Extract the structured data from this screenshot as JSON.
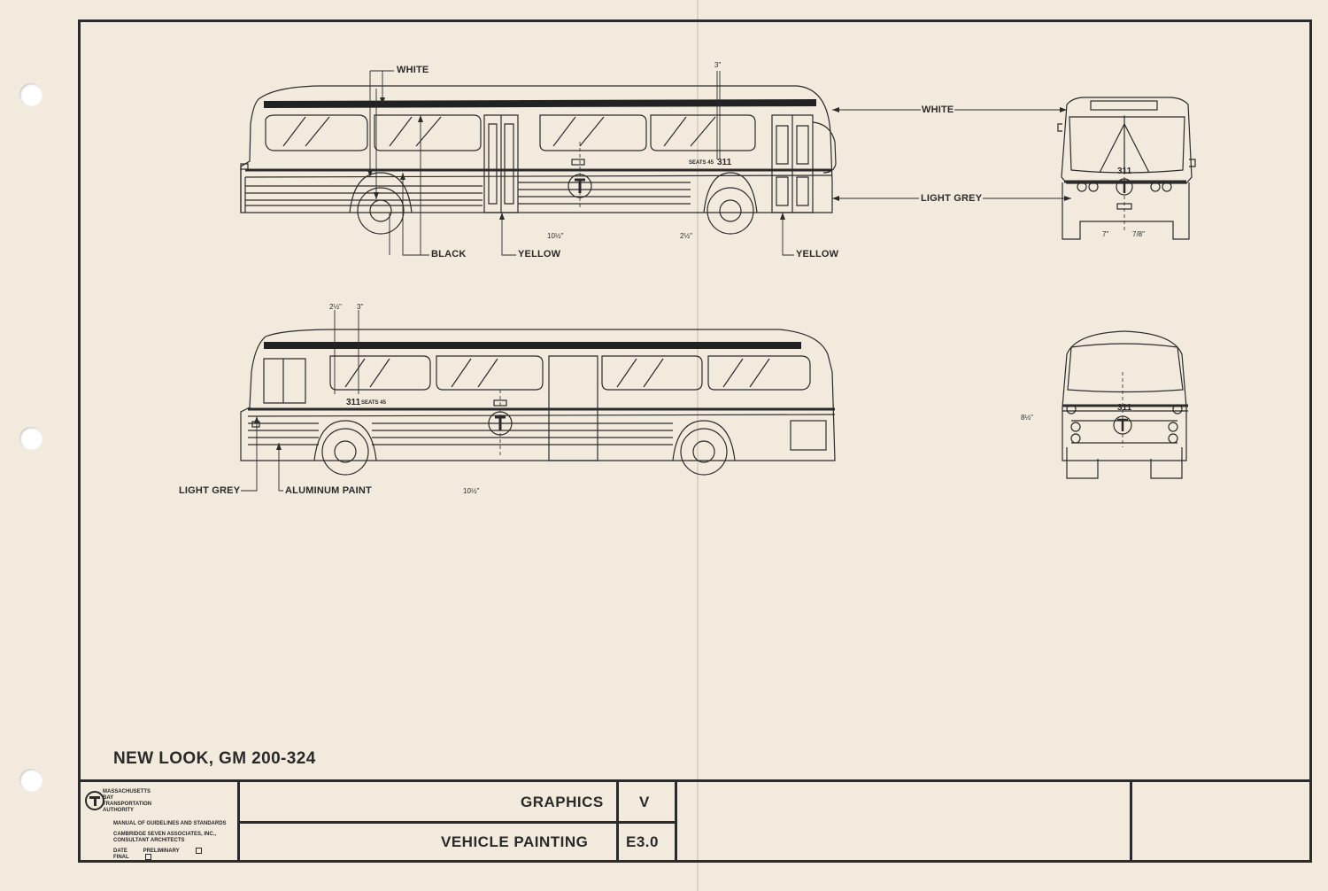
{
  "callouts": {
    "white_top": "WHITE",
    "white_right": "WHITE",
    "light_grey_right": "LIGHT GREY",
    "black": "BLACK",
    "yellow_mid": "YELLOW",
    "yellow_right": "YELLOW",
    "light_grey_left": "LIGHT GREY",
    "aluminum": "ALUMINUM PAINT"
  },
  "dimensions": {
    "d3_top": "3\"",
    "d10a": "10½\"",
    "d2a": "2½\"",
    "d7": "7\"",
    "d78": "7/8\"",
    "d2b": "2½\"",
    "d3b": "3\"",
    "d10b": "10½\"",
    "d8": "8½\""
  },
  "bus_numbers": {
    "top_side": "311",
    "top_front": "311",
    "bottom_side": "311",
    "bottom_rear": "311",
    "seats_top": "SEATS 45",
    "seats_bottom": "SEATS 45"
  },
  "title": "NEW LOOK, GM 200-324",
  "title_block": {
    "authority": [
      "MASSACHUSETTS",
      "BAY",
      "TRANSPORTATION",
      "AUTHORITY"
    ],
    "manual": "MANUAL OF GUIDELINES AND STANDARDS",
    "architects": [
      "CAMBRIDGE SEVEN ASSOCIATES, INC.,",
      "CONSULTANT ARCHITECTS"
    ],
    "date_label": "DATE",
    "preliminary_label": "PRELIMINARY",
    "final_label": "FINAL",
    "section": "GRAPHICS",
    "section_code": "V",
    "subject": "VEHICLE PAINTING",
    "subject_code": "E3.0"
  },
  "colors": {
    "paper": "#f2ebdd",
    "ink": "#2b2b2b"
  }
}
